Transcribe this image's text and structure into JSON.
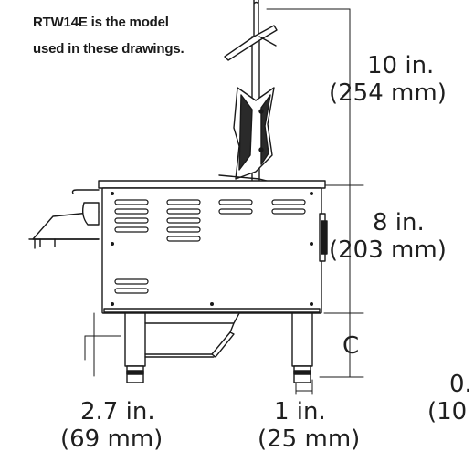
{
  "note": {
    "line1": "RTW14E is the model",
    "line2": "used in these drawings."
  },
  "dimensions": {
    "top_height": {
      "imperial": "10 in.",
      "metric": "(254 mm)"
    },
    "body_height": {
      "imperial": "8 in.",
      "metric": "(203 mm)"
    },
    "leg_height": {
      "label": "C"
    },
    "leg_offset": {
      "imperial": "2.7 in.",
      "metric": "(69 mm)"
    },
    "foot_width": {
      "imperial": "1 in.",
      "metric": "(25 mm)"
    },
    "partial_right": {
      "imperial": "0.",
      "metric": "(10"
    }
  },
  "colors": {
    "line": "#1a1a1a",
    "fill": "#ffffff",
    "dark": "#222222"
  }
}
